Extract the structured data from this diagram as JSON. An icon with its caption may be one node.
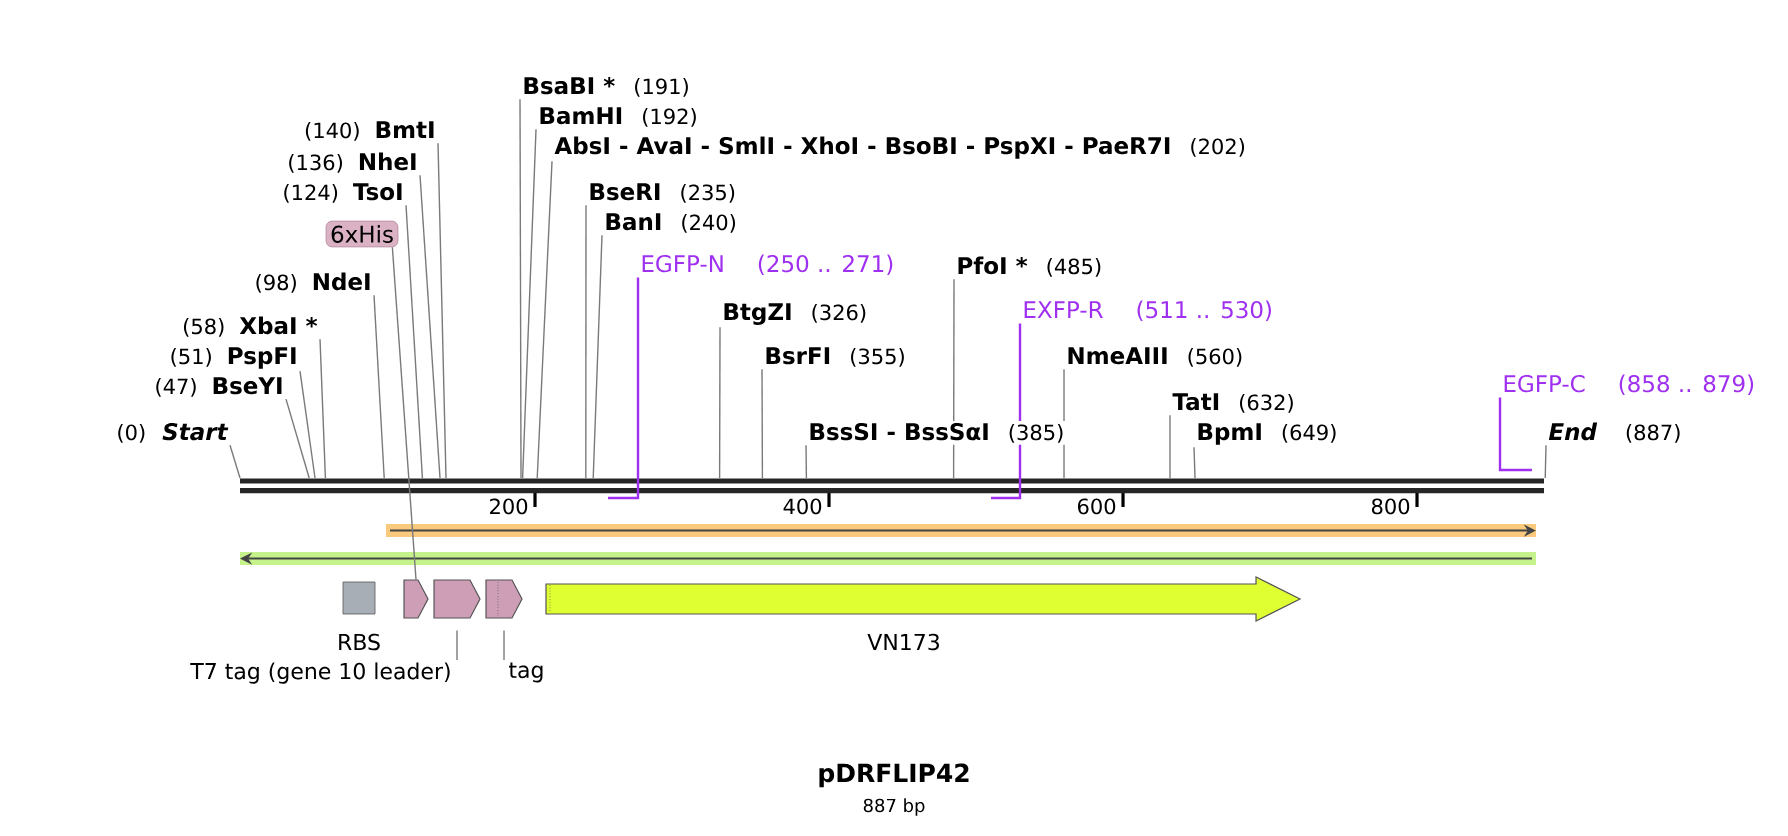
{
  "diagram": {
    "title": "pDRFLIP42",
    "caption": "887 bp",
    "nodes": [
      {
        "text": [
          "BsaBI *",
          "(191)"
        ]
      },
      {
        "text": [
          "BamHI",
          "(192)"
        ]
      },
      {
        "text": [
          "AbsI - AvaI - SmlI - XhoI - BsoBI - PspXI - PaeR7I",
          "(202)"
        ]
      },
      {
        "text": [
          "(140)",
          "BmtI"
        ]
      },
      {
        "text": [
          "(136)",
          "NheI"
        ]
      },
      {
        "text": [
          "(124)",
          "TsoI"
        ]
      },
      {
        "text": [
          "BseRI",
          "(235)"
        ]
      },
      {
        "text": [
          "BanI",
          "(240)"
        ]
      },
      {
        "text": [
          "6xHis"
        ]
      },
      {
        "text": [
          "(98)",
          "NdeI"
        ]
      },
      {
        "text": [
          "EGFP-N",
          "(250 .. 271)"
        ]
      },
      {
        "text": [
          "PfoI *",
          "(485)"
        ]
      },
      {
        "text": [
          "BtgZI",
          "(326)"
        ]
      },
      {
        "text": [
          "EXFP-R",
          "(511 .. 530)"
        ]
      },
      {
        "text": [
          "(58)",
          "XbaI *"
        ]
      },
      {
        "text": [
          "(51)",
          "PspFI"
        ]
      },
      {
        "text": [
          "BsrFI",
          "(355)"
        ]
      },
      {
        "text": [
          "NmeAIII",
          "(560)"
        ]
      },
      {
        "text": [
          "(47)",
          "BseYI"
        ]
      },
      {
        "text": [
          "EGFP-C",
          "(858 .. 879)"
        ]
      },
      {
        "text": [
          "TatI",
          "(632)"
        ]
      },
      {
        "text": [
          "(0)",
          "Start"
        ]
      },
      {
        "text": [
          "BssSI - BssSαI",
          "(385)"
        ]
      },
      {
        "text": [
          "BpmI",
          "(649)"
        ]
      },
      {
        "text": [
          "End",
          "(887)"
        ]
      },
      {
        "text": [
          "RBS"
        ]
      },
      {
        "text": [],
        "shape": "pentagon"
      },
      {
        "text": [],
        "shape": "pentagon"
      },
      {
        "text": [],
        "shape": "pentagon"
      },
      {
        "text": [
          "VN173"
        ]
      },
      {
        "text": [
          "T7 tag (gene 10 leader)"
        ]
      },
      {
        "text": [
          "tag"
        ]
      },
      {
        "text": [],
        "shape": "bar"
      }
    ],
    "edges": [
      {
        "from": 0,
        "to": 32,
        "arrow": "none"
      },
      {
        "from": 1,
        "to": 32,
        "arrow": "none"
      },
      {
        "from": 2,
        "to": 32,
        "arrow": "none"
      },
      {
        "from": 3,
        "to": 32,
        "arrow": "none"
      },
      {
        "from": 4,
        "to": 32,
        "arrow": "none"
      },
      {
        "from": 5,
        "to": 32,
        "arrow": "none"
      },
      {
        "from": 6,
        "to": 32,
        "arrow": "none"
      },
      {
        "from": 7,
        "to": 32,
        "arrow": "none"
      },
      {
        "from": 9,
        "to": 32,
        "arrow": "none"
      },
      {
        "from": 10,
        "to": 32,
        "arrow": "none",
        "color": "#a030f0"
      },
      {
        "from": 11,
        "to": 32,
        "arrow": "none"
      },
      {
        "from": 12,
        "to": 32,
        "arrow": "none"
      },
      {
        "from": 13,
        "to": 32,
        "arrow": "none",
        "color": "#a030f0"
      },
      {
        "from": 14,
        "to": 32,
        "arrow": "none"
      },
      {
        "from": 15,
        "to": 32,
        "arrow": "none"
      },
      {
        "from": 16,
        "to": 32,
        "arrow": "none"
      },
      {
        "from": 17,
        "to": 32,
        "arrow": "none"
      },
      {
        "from": 18,
        "to": 32,
        "arrow": "none"
      },
      {
        "from": 19,
        "to": 32,
        "arrow": "none",
        "color": "#a030f0"
      },
      {
        "from": 20,
        "to": 32,
        "arrow": "none"
      },
      {
        "from": 21,
        "to": 32,
        "arrow": "none"
      },
      {
        "from": 22,
        "to": 32,
        "arrow": "none"
      },
      {
        "from": 23,
        "to": 32,
        "arrow": "none"
      },
      {
        "from": 24,
        "to": 32,
        "arrow": "none"
      },
      {
        "from": 8,
        "to": 26,
        "arrow": "none"
      },
      {
        "from": 30,
        "to": 27,
        "arrow": "none"
      },
      {
        "from": 31,
        "to": 28,
        "arrow": "none"
      }
    ],
    "labels": [
      "200",
      "400",
      "600",
      "800"
    ]
  }
}
